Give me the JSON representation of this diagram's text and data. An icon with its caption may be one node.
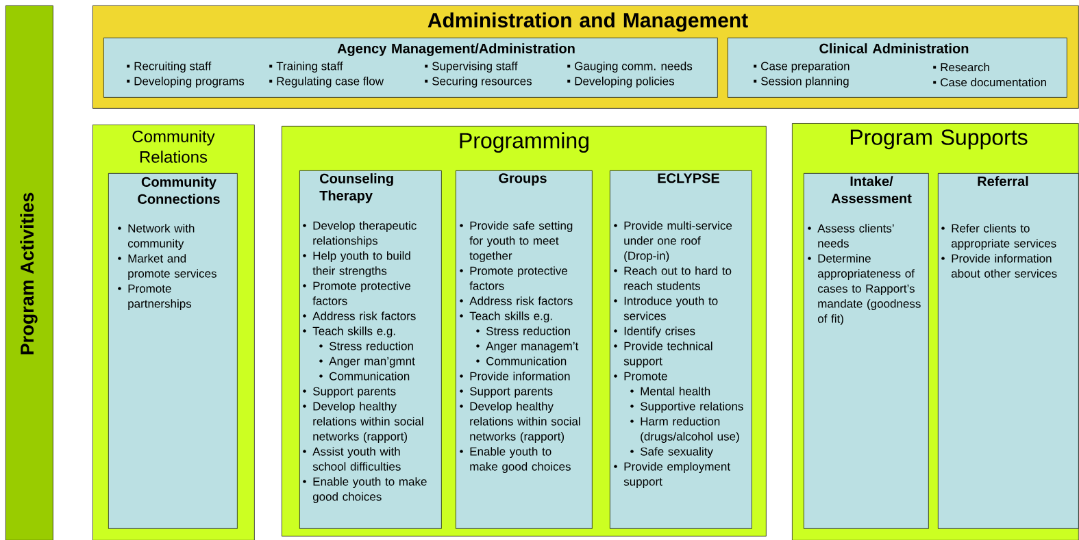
{
  "diagram": {
    "nodes": [
      {
        "text": [
          "Program Activities"
        ]
      },
      {
        "text": [
          "Administration and Management"
        ]
      },
      {
        "text": [
          "Agency Management/Administration",
          "Recruiting staff",
          "Training staff",
          "Supervising staff",
          "Gauging comm. needs",
          "Developing programs",
          "Regulating case flow",
          "Securing resources",
          "Developing policies"
        ],
        "in": 1
      },
      {
        "text": [
          "Clinical Administration",
          "Case preparation",
          "Research",
          "Session planning",
          "Case documentation"
        ],
        "in": 1
      },
      {
        "text": [
          "Community Relations"
        ]
      },
      {
        "text": [
          "Community Connections",
          "Network with community",
          "Market and promote services",
          "Promote partnerships"
        ],
        "in": 4
      },
      {
        "text": [
          "Programming"
        ]
      },
      {
        "text": [
          "Counseling Therapy",
          "Develop therapeutic relationships",
          "Help youth to build their strengths",
          "Promote protective factors",
          "Address risk factors",
          "Teach skills e.g.",
          "Stress reduction",
          "Anger man’gmnt",
          "Communication",
          "Support parents",
          "Develop healthy relations within social networks (rapport)",
          "Assist youth with school difficulties",
          "Enable youth to make good choices"
        ],
        "in": 6
      },
      {
        "text": [
          "Groups",
          "Provide safe setting for youth to meet together",
          "Promote protective factors",
          "Address risk factors",
          "Teach skills e.g.",
          "Stress reduction",
          "Anger managem’t",
          "Communication",
          "Provide information",
          "Support parents",
          "Develop healthy relations within social networks (rapport)",
          "Enable youth to make good choices"
        ],
        "in": 6
      },
      {
        "text": [
          "ECLYPSE",
          "Provide multi-service under one roof (Drop-in)",
          "Reach out to hard to reach students",
          "Introduce youth to services",
          "Identify crises",
          "Provide technical support",
          "Promote",
          "Mental health",
          "Supportive relations",
          "Harm reduction (drugs/alcohol use)",
          "Safe sexuality",
          "Provide employment support"
        ],
        "in": 6
      },
      {
        "text": [
          "Program Supports"
        ]
      },
      {
        "text": [
          "Intake/ Assessment",
          "Assess clients’ needs",
          "Determine appropriateness of cases to Rapport’s mandate (goodness of fit)"
        ],
        "in": 10
      },
      {
        "text": [
          "Referral",
          "Refer clients to appropriate services",
          "Provide information about other services"
        ],
        "in": 10
      }
    ]
  }
}
